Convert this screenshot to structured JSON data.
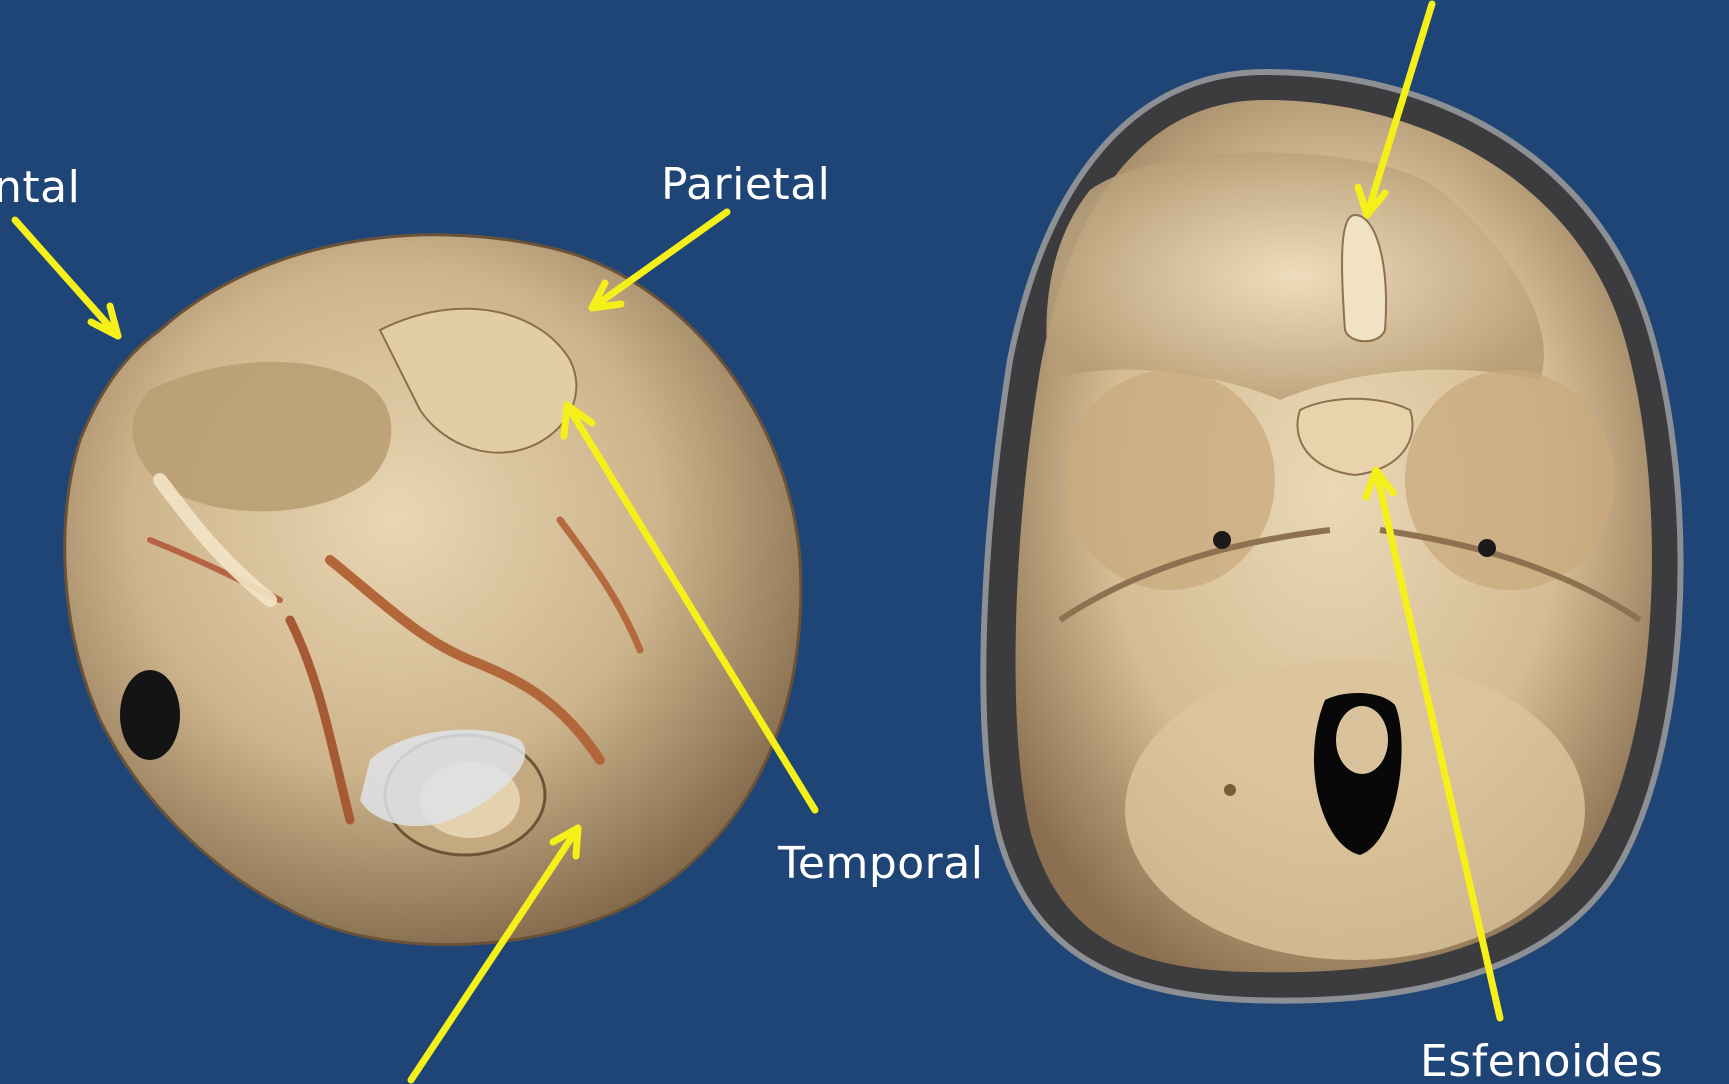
{
  "labels": {
    "frontal": "ntal",
    "parietal": "Parietal",
    "temporal": "Temporal",
    "esfenoides": "Esfenoides"
  },
  "colors": {
    "background": "#1f4576",
    "arrow": "#f5f01a",
    "bone": "#d9c29c",
    "label_text": "#ffffff"
  }
}
